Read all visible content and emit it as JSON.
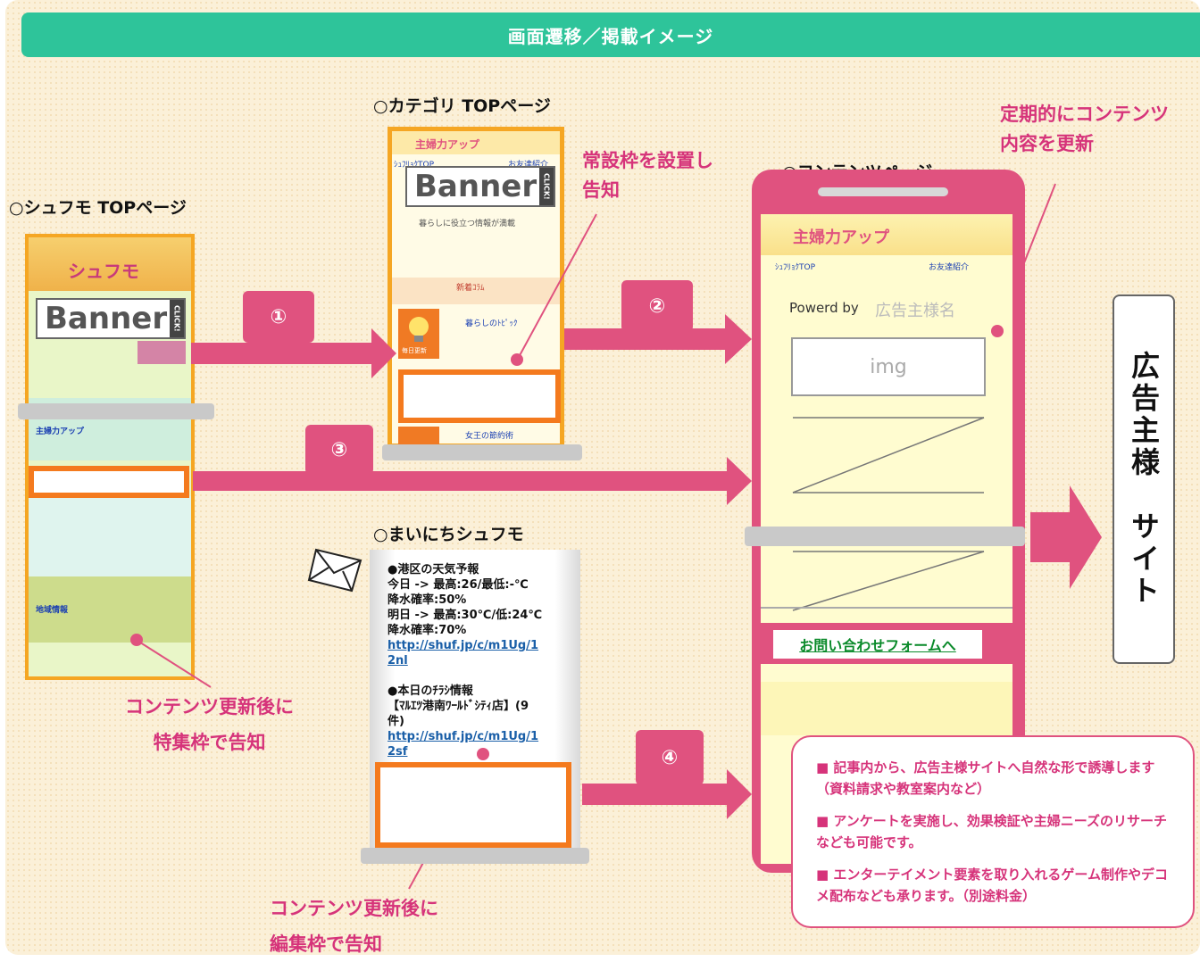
{
  "header": {
    "title": "画面遷移／掲載イメージ"
  },
  "sections": {
    "shufumo_top": "○シュフモ TOPページ",
    "category_top": "○カテゴリ TOPページ",
    "contents_page": "○コンテンツページ",
    "mainichi": "○まいにちシュフモ"
  },
  "notes": {
    "permanent_slot": [
      "常設枠を設置し",
      "告知"
    ],
    "regular_update": [
      "定期的にコンテンツ",
      "内容を更新"
    ],
    "feature_slot": [
      "コンテンツ更新後に",
      "特集枠で告知"
    ],
    "edit_slot": [
      "コンテンツ更新後に",
      "編集枠で告知"
    ]
  },
  "steps": [
    "①",
    "②",
    "③",
    "④"
  ],
  "thumbnails": {
    "banner": "Banner",
    "click": "CLICK!",
    "shufumo_logo": "シュフモ",
    "shufuryoku_logo": "主婦力アップ",
    "shufuryoku_top_link": "ｼｭﾌﾘｮｸTOP",
    "friend_intro": "お友達紹介",
    "shufumo_section_1": "主婦力アップ",
    "shufumo_section_2": "地域情報",
    "category_tagline": "暮らしに役立つ情報が満載",
    "category_news": "新着ｺﾗﾑ",
    "category_item1": "暮らしのﾄﾋﾟｯｸ",
    "category_item2": "女王の節約術",
    "daily_update": "毎日更新"
  },
  "phone": {
    "logo": "主婦力アップ",
    "top_link": "ｼｭﾌﾘｮｸTOP",
    "friend_intro": "お友達紹介",
    "powered_by": "Powerd by",
    "advertiser_name": "広告主様名",
    "img_label": "img",
    "contact_link": "お問い合わせフォームへ"
  },
  "mail": {
    "line1": "●港区の天気予報",
    "line2": "今日 -> 最高:26/最低:-℃",
    "line3": "降水確率:50%",
    "line4": "明日 -> 最高:30℃/低:24℃",
    "line5": "降水確率:70%",
    "link1a": "http://shuf.jp/c/m1Ug/1",
    "link1b": "2nl",
    "line6": "●本日のﾁﾗｼ情報",
    "line7": "【ﾏﾙｴﾂ港南ﾜｰﾙﾄﾞｼﾃｨ店】(9",
    "line8": "件)",
    "link2a": "http://shuf.jp/c/m1Ug/1",
    "link2b": "2sf"
  },
  "info_items": [
    "■ 記事内から、広告主様サイトへ自然な形で誘導します（資料請求や教室案内など）",
    "■ アンケートを実施し、効果検証や主婦ニーズのリサーチなども可能です。",
    "■ エンターテイメント要素を取り入れるゲーム制作やデコメ配布なども承ります。（別途料金）"
  ],
  "advertiser_site": "広告主様　サイト",
  "colors": {
    "header": "#2ec49a",
    "accent_pink": "#e0527f",
    "note_pink": "#d6337a",
    "slot_orange": "#f47a1e",
    "thumb_frame": "#f5a623",
    "phone_screen": "#fffcd0"
  },
  "icons": [
    "envelope-icon",
    "lightbulb-icon"
  ]
}
